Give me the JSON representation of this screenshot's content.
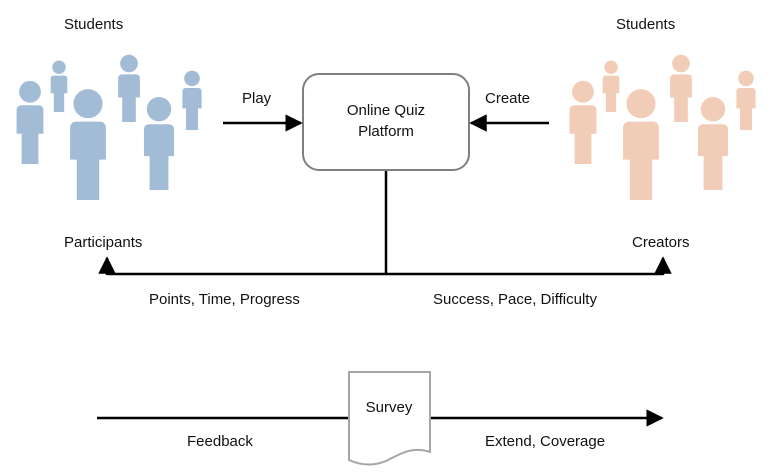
{
  "labels": {
    "students_left": "Students",
    "students_right": "Students",
    "play": "Play",
    "create": "Create",
    "platform_line1": "Online Quiz",
    "platform_line2": "Platform",
    "participants": "Participants",
    "creators": "Creators",
    "points_time_progress": "Points, Time, Progress",
    "success_pace_difficulty": "Success, Pace, Difficulty",
    "survey": "Survey",
    "feedback": "Feedback",
    "extend_coverage": "Extend, Coverage"
  },
  "colors": {
    "participants_people": "#a3bcd6",
    "creators_people": "#f1cdb7",
    "lines": "#000000",
    "box_border": "#7f7f7f",
    "document_border": "#a6a6a6"
  },
  "icons": {
    "participants_group": "people-group-icon",
    "creators_group": "people-group-icon"
  }
}
